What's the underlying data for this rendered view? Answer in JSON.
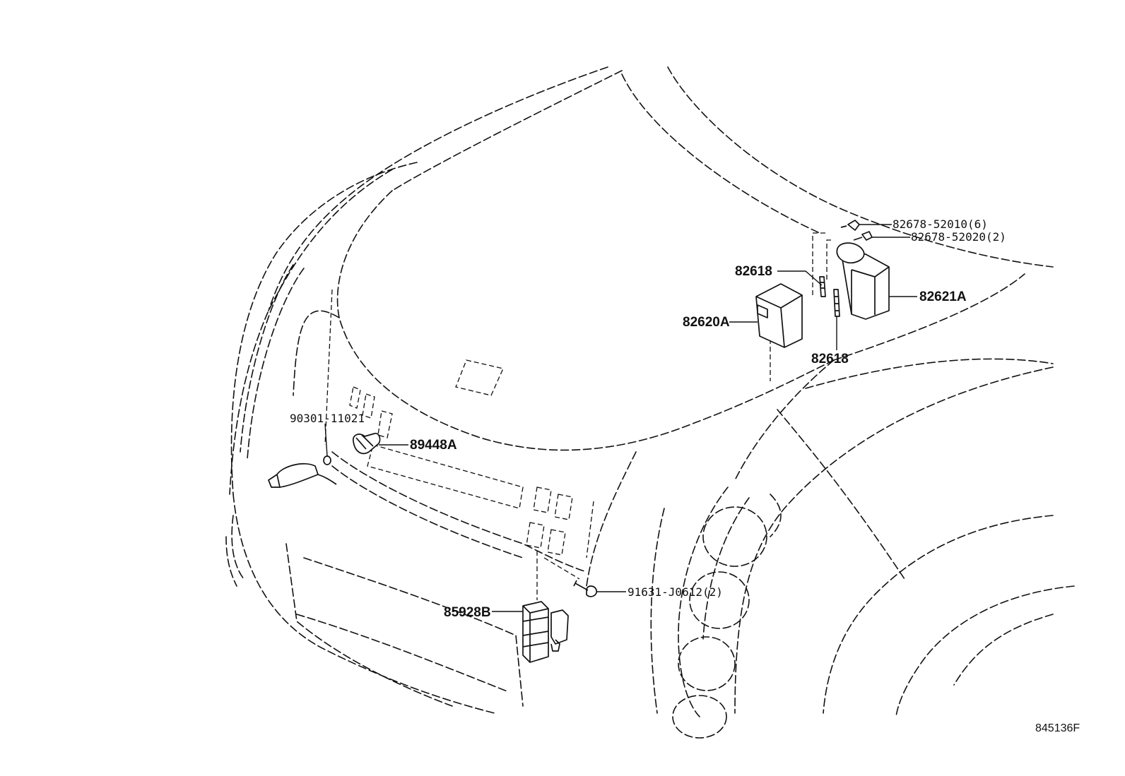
{
  "diagram": {
    "parts": [
      {
        "id": "p1",
        "label": "82678-52010(6)"
      },
      {
        "id": "p2",
        "label": "82678-52020(2)"
      },
      {
        "id": "p3",
        "label": "82618"
      },
      {
        "id": "p4",
        "label": "82621A"
      },
      {
        "id": "p5",
        "label": "82620A"
      },
      {
        "id": "p6",
        "label": "82618"
      },
      {
        "id": "p7",
        "label": "90301-11021"
      },
      {
        "id": "p8",
        "label": "89448A"
      },
      {
        "id": "p9",
        "label": "91631-J0612(2)"
      },
      {
        "id": "p10",
        "label": "85928B"
      }
    ],
    "figure_code": "845136F"
  }
}
